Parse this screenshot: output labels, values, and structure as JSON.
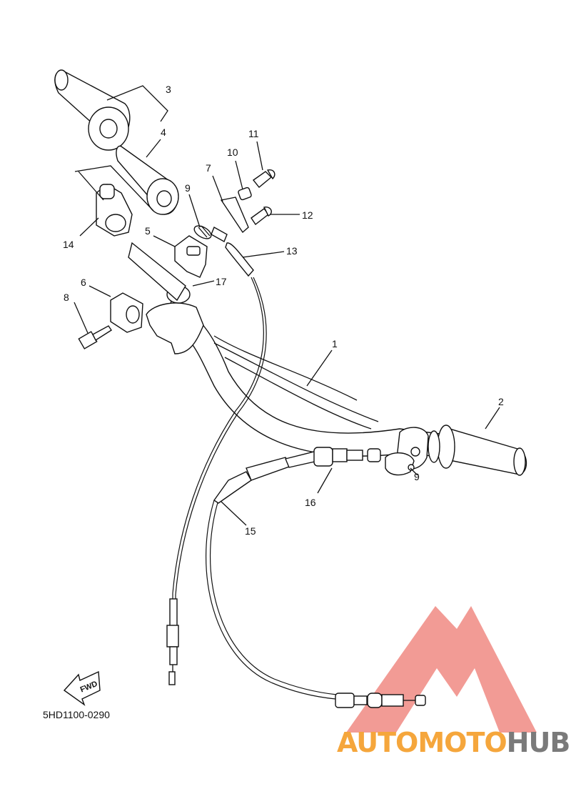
{
  "diagram": {
    "code": "5HD1100-0290",
    "fwd_label": "FWD",
    "callouts": [
      "1",
      "2",
      "3",
      "4",
      "5",
      "6",
      "7",
      "8",
      "9",
      "10",
      "11",
      "12",
      "13",
      "14",
      "15",
      "16",
      "17",
      "9"
    ]
  },
  "watermark": {
    "text_a": "AUTOMOTO",
    "text_b": "HUB",
    "color_a": "#f5a63c",
    "color_b": "#7a7a7a",
    "logo_color": "#f08a82"
  }
}
